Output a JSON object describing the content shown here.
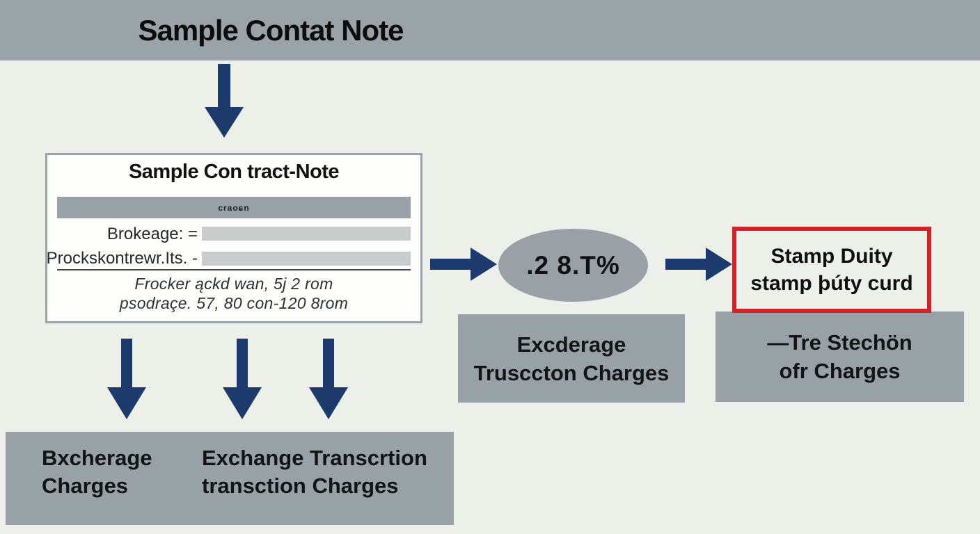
{
  "header": {
    "title": "Sample Contat Note"
  },
  "contract_note": {
    "title": "Sample Con tract-Note",
    "band_text": "craoɕn",
    "rows": [
      {
        "label": "Brokeage: ="
      },
      {
        "label": "Prockskontrewr.Its. -"
      }
    ],
    "footnote_line1": "Frocker ąckd wan, 5j 2 rom",
    "footnote_line2": "psodraçe. 57, 80 con-120 8rom"
  },
  "rate_ellipse": {
    "value": ".2 8.T%"
  },
  "stamp_duty_box": {
    "line1": "Stamp Duity",
    "line2": "stamp þúty curd"
  },
  "exchange_txn_box": {
    "line1": "Excderage",
    "line2": "Trusccton Charges"
  },
  "securities_txn_box": {
    "line1": "—Tre Stechön",
    "line2": "ofr Charges"
  },
  "bottom_charges_box": {
    "left_line1": "Bxcherage",
    "left_line2": "Charges",
    "right_line1": "Exchange Transcrtion",
    "right_line2": "transction Charges"
  },
  "colors": {
    "background": "#edefe9",
    "panel_gray": "#98a1a6",
    "arrow_navy": "#1d3a6c",
    "highlight_red": "#d2222a"
  }
}
